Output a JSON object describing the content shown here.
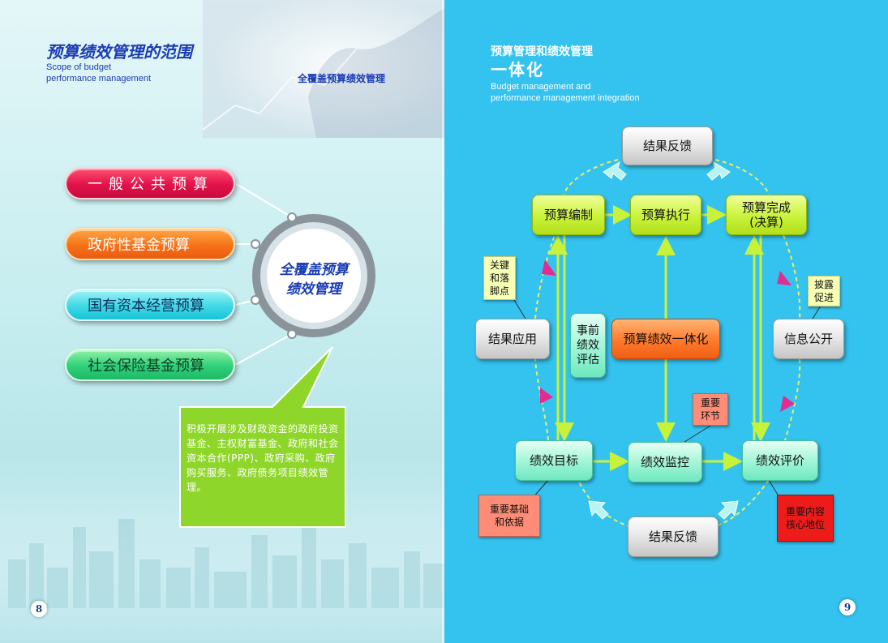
{
  "left": {
    "title_zh": "预算绩效管理的范围",
    "title_en_line1": "Scope of budget",
    "title_en_line2": "performance management",
    "subtitle": "全覆盖预算绩效管理",
    "categories": [
      "一般公共预算",
      "政府性基金预算",
      "国有资本经营预算",
      "社会保险基金预算"
    ],
    "ring_line1": "全覆盖预算",
    "ring_line2": "绩效管理",
    "callout": "积极开展涉及财政资金的政府投资基金、主权财富基金、政府和社会资本合作(PPP)、政府采购、政府购买服务、政府债务项目绩效管理。",
    "page_number": "8"
  },
  "right": {
    "title_zh_line1": "预算管理和绩效管理",
    "title_zh_line2": "一体化",
    "title_en_line1": "Budget management and",
    "title_en_line2": "performance management integration",
    "nodes": {
      "feedback_top": "结果反馈",
      "budget_prep": "预算编制",
      "budget_exec": "预算执行",
      "budget_done_line1": "预算完成",
      "budget_done_line2": "(决算)",
      "result_apply": "结果应用",
      "info_public": "信息公开",
      "center": "预算绩效一体化",
      "pre_eval_line1": "事前",
      "pre_eval_line2": "绩效",
      "pre_eval_line3": "评估",
      "perf_target": "绩效目标",
      "perf_monitor": "绩效监控",
      "perf_eval": "绩效评价",
      "feedback_bottom": "结果反馈"
    },
    "tags": {
      "key_line1": "关键",
      "key_line2": "和落",
      "key_line3": "脚点",
      "disclose_line1": "披露",
      "disclose_line2": "促进",
      "important_line1": "重要",
      "important_line2": "环节",
      "basis_line1": "重要基础",
      "basis_line2": "和依据",
      "core_line1": "重要内容",
      "core_line2": "核心地位"
    },
    "page_number": "9"
  },
  "colors": {
    "left_title": "#1a3cb4",
    "right_background": "#34c2ee",
    "callout_green": "#8fd62b",
    "arrow_green": "#c8f23a",
    "dashed_loop": "#e8f06a",
    "arrow_pink": "#e42b8f",
    "arrow_cyan": "#b8f5f2"
  }
}
